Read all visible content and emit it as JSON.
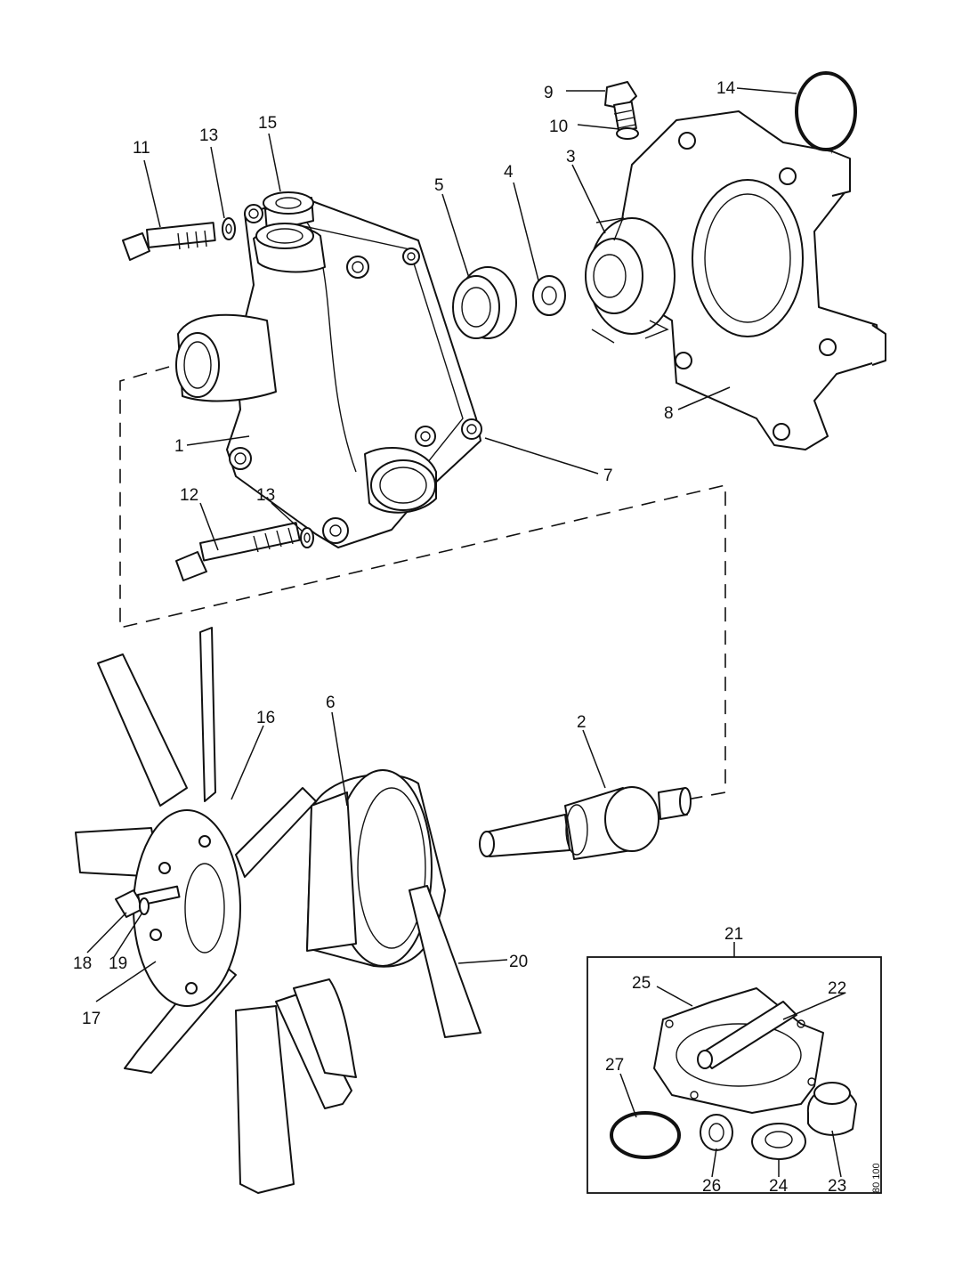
{
  "callouts": {
    "n1": "1",
    "n2": "2",
    "n3": "3",
    "n4": "4",
    "n5": "5",
    "n6": "6",
    "n7": "7",
    "n8": "8",
    "n9": "9",
    "n10": "10",
    "n11": "11",
    "n12": "12",
    "n13a": "13",
    "n13b": "13",
    "n14": "14",
    "n15": "15",
    "n16": "16",
    "n17": "17",
    "n18": "18",
    "n19": "19",
    "n20": "20",
    "n21": "21",
    "n22": "22",
    "n23": "23",
    "n24": "24",
    "n25": "25",
    "n26": "26",
    "n27": "27"
  },
  "drawing_code": "80 100"
}
